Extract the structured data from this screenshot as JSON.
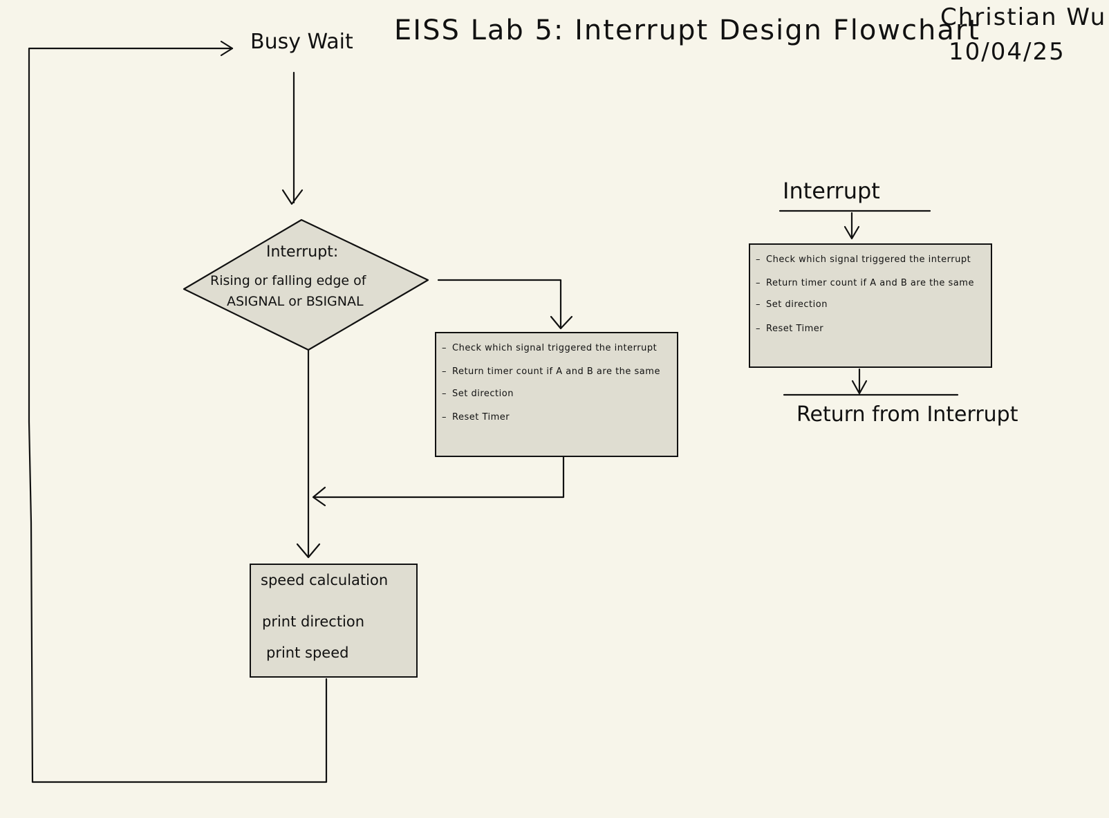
{
  "header": {
    "title": "EISS Lab 5: Interrupt Design Flowchart",
    "author": "Christian Wu",
    "date": "10/04/25"
  },
  "main_flow": {
    "start_label": "Busy Wait",
    "decision": {
      "title": "Interrupt:",
      "line1": "Rising or falling edge of",
      "line2": "ASIGNAL or BSIGNAL"
    },
    "handler_box": {
      "items": [
        "Check which signal triggered the interrupt",
        "Return timer count if A and B are the same",
        "Set direction",
        "Reset Timer"
      ]
    },
    "output_box": {
      "items": [
        "speed calculation",
        "print direction",
        "print speed"
      ]
    }
  },
  "isr_flow": {
    "start_label": "Interrupt",
    "box": {
      "items": [
        "Check which signal triggered the interrupt",
        "Return timer count if A and B are the same",
        "Set direction",
        "Reset Timer"
      ]
    },
    "end_label": "Return from Interrupt"
  },
  "colors": {
    "background": "#f7f5ea",
    "box_fill": "#dfddd1",
    "stroke": "#111111"
  }
}
